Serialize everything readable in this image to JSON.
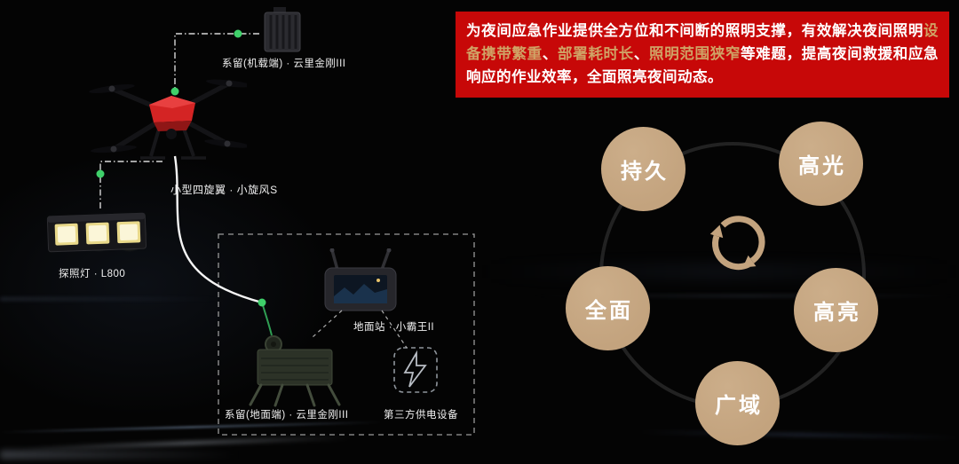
{
  "banner": {
    "segments": [
      {
        "text": "为夜间应急作业提供全方位和不间断的照明支撑，有效解决夜间照明"
      },
      {
        "text": "设备携带繁重"
      },
      {
        "text": "、"
      },
      {
        "text": "部署耗时长"
      },
      {
        "text": "、"
      },
      {
        "text": "照明范围狭窄"
      },
      {
        "text": "等难题，提高夜间救援和应急响应的作业效率，全面照亮夜间动态。"
      }
    ]
  },
  "diagram": {
    "airborne_tether": {
      "label": "系留(机载端) · 云里金刚III"
    },
    "drone": {
      "label": "小型四旋翼 · 小旋风S"
    },
    "searchlight": {
      "label": "探照灯 · L800"
    },
    "ground_station": {
      "label": "地面站 · 小霸王II"
    },
    "ground_tether": {
      "label": "系留(地面端) · 云里金刚III"
    },
    "power": {
      "label": "第三方供电设备"
    }
  },
  "features": {
    "items": [
      "持久",
      "高光",
      "全面",
      "高亮",
      "广域"
    ]
  },
  "colors": {
    "banner_bg": "#c70808",
    "banner_highlight": "#d0a265",
    "feature_circle": "#c3a37e",
    "connector_dot": "#3fd06a"
  }
}
